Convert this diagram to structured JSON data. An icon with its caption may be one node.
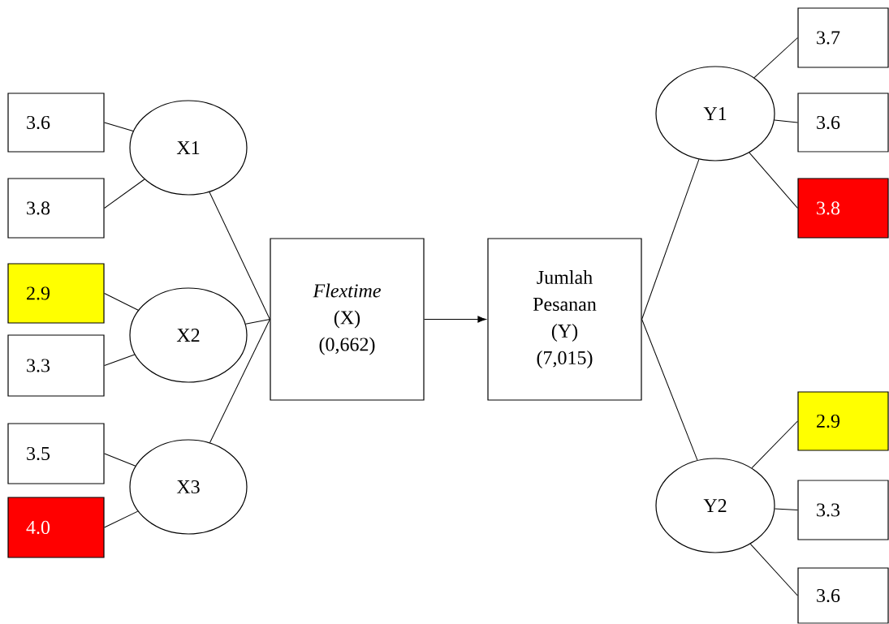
{
  "diagram": {
    "nodes": [
      {
        "text": [
          "3.6"
        ]
      },
      {
        "text": [
          "3.8"
        ]
      },
      {
        "text": [
          "2.9"
        ]
      },
      {
        "text": [
          "3.3"
        ]
      },
      {
        "text": [
          "3.5"
        ]
      },
      {
        "text": [
          "4.0"
        ]
      },
      {
        "text": [
          "X1"
        ]
      },
      {
        "text": [
          "X2"
        ]
      },
      {
        "text": [
          "X3"
        ]
      },
      {
        "text": [
          "*Flextime* (X) (0,662)"
        ]
      },
      {
        "text": [
          "Jumlah Pesanan (Y) (7,015)"
        ]
      },
      {
        "text": [
          "Y1"
        ]
      },
      {
        "text": [
          "Y2"
        ]
      },
      {
        "text": [
          "3.7"
        ]
      },
      {
        "text": [
          "3.6"
        ]
      },
      {
        "text": [
          "3.8"
        ]
      },
      {
        "text": [
          "2.9"
        ]
      },
      {
        "text": [
          "3.3"
        ]
      },
      {
        "text": [
          "3.6"
        ]
      }
    ],
    "edges": [
      {
        "from": 0,
        "to": 6,
        "arrow": "none"
      },
      {
        "from": 1,
        "to": 6,
        "arrow": "none"
      },
      {
        "from": 2,
        "to": 7,
        "arrow": "none"
      },
      {
        "from": 3,
        "to": 7,
        "arrow": "none"
      },
      {
        "from": 4,
        "to": 8,
        "arrow": "none"
      },
      {
        "from": 5,
        "to": 8,
        "arrow": "none"
      },
      {
        "from": 6,
        "to": 9,
        "arrow": "none"
      },
      {
        "from": 7,
        "to": 9,
        "arrow": "none"
      },
      {
        "from": 8,
        "to": 9,
        "arrow": "none"
      },
      {
        "from": 9,
        "to": 10,
        "arrow": "to"
      },
      {
        "from": 10,
        "to": 11,
        "arrow": "none"
      },
      {
        "from": 10,
        "to": 12,
        "arrow": "none"
      },
      {
        "from": 11,
        "to": 13,
        "arrow": "none"
      },
      {
        "from": 11,
        "to": 14,
        "arrow": "none"
      },
      {
        "from": 11,
        "to": 15,
        "arrow": "none"
      },
      {
        "from": 12,
        "to": 16,
        "arrow": "none"
      },
      {
        "from": 12,
        "to": 17,
        "arrow": "none"
      },
      {
        "from": 12,
        "to": 18,
        "arrow": "none"
      }
    ]
  }
}
